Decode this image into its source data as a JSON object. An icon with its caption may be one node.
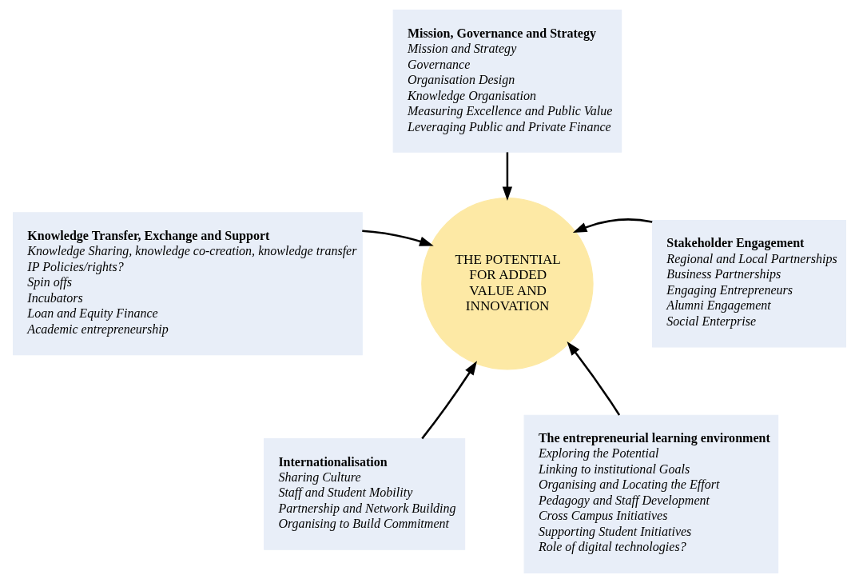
{
  "diagram": {
    "nodes": [
      {
        "text": [
          "THE POTENTIAL FOR ADDED VALUE AND INNOVATION"
        ]
      },
      {
        "text": [
          "Mission, Governance and Strategy",
          "Mission and Strategy",
          "Governance",
          "Organisation Design",
          "Knowledge Organisation",
          "Measuring Excellence and Public Value",
          "Leveraging Public and Private Finance"
        ]
      },
      {
        "text": [
          "Knowledge Transfer, Exchange and Support",
          "Knowledge Sharing, knowledge co-creation, knowledge transfer",
          "IP Policies/rights?",
          "Spin offs",
          "Incubators",
          "Loan and Equity Finance",
          "Academic entrepreneurship"
        ]
      },
      {
        "text": [
          "Stakeholder Engagement",
          "Regional and Local Partnerships",
          "Business Partnerships",
          "Engaging Entrepreneurs",
          "Alumni Engagement",
          "Social Enterprise"
        ]
      },
      {
        "text": [
          "Internationalisation",
          "Sharing Culture",
          "Staff and Student Mobility",
          "Partnership and Network Building",
          "Organising to Build Commitment"
        ]
      },
      {
        "text": [
          "The entrepreneurial learning environment",
          "Exploring the Potential",
          "Linking to institutional Goals",
          "Organising and Locating the Effort",
          "Pedagogy and Staff Development",
          "Cross Campus Initiatives",
          "Supporting Student Initiatives",
          "Role of digital technologies?"
        ]
      }
    ],
    "edges": [
      {
        "from": 1,
        "to": 0,
        "arrow": "to"
      },
      {
        "from": 2,
        "to": 0,
        "arrow": "to"
      },
      {
        "from": 3,
        "to": 0,
        "arrow": "to"
      },
      {
        "from": 4,
        "to": 0,
        "arrow": "to"
      },
      {
        "from": 5,
        "to": 0,
        "arrow": "to"
      }
    ]
  }
}
